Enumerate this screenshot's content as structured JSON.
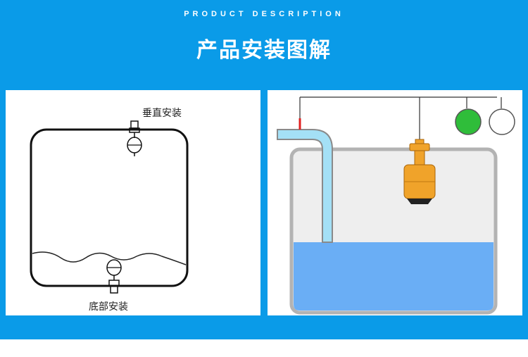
{
  "header": {
    "subtitle": "PRODUCT DESCRIPTION",
    "title": "产品安装图解"
  },
  "left_panel": {
    "label_top": "垂直安装",
    "label_bottom": "底部安装"
  },
  "right_panel": {
    "indicator_on_color": "#2fbd3a",
    "indicator_off_color": "#ffffff",
    "water_color": "#6aaef5",
    "pipe_color": "#a4e0f6",
    "float_color": "#f0a32a"
  },
  "colors": {
    "banner": "#0a9be8"
  }
}
